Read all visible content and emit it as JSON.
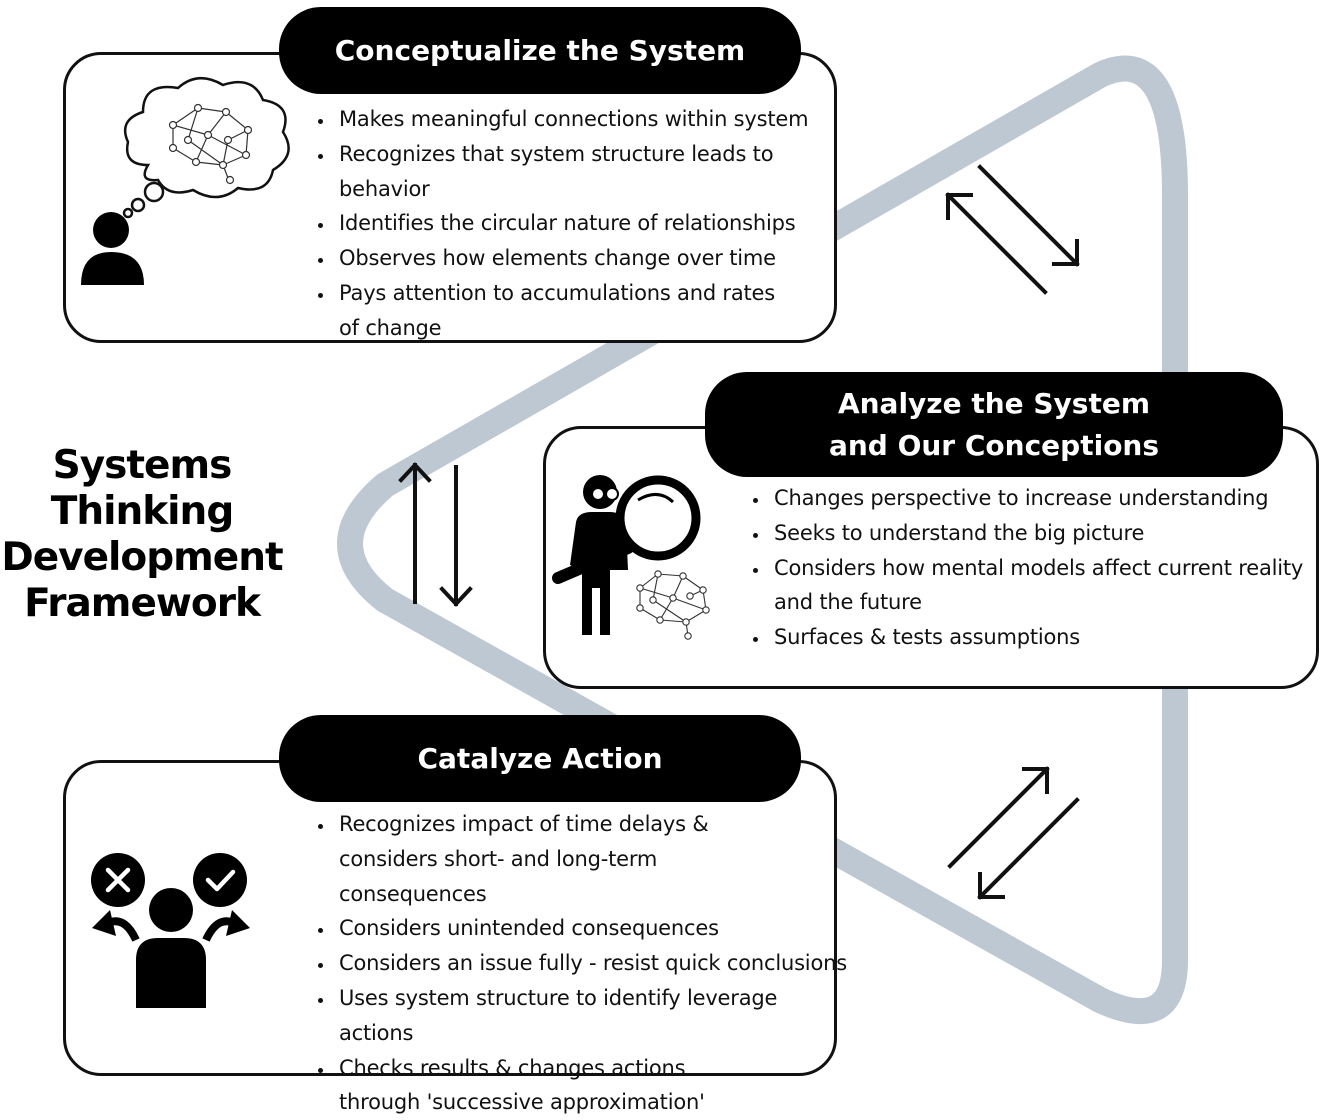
{
  "framework_title": [
    "Systems",
    "Thinking",
    "Development",
    "Framework"
  ],
  "colors": {
    "loop": "#bdc8d2",
    "ink": "#000000",
    "card_border": "#111111"
  },
  "sections": [
    {
      "title": "Conceptualize the System",
      "icon": "thinking-person-brain-icon",
      "bullets": [
        "Makes meaningful connections within system",
        "Recognizes that system structure leads to behavior",
        "Identifies the circular nature of relationships",
        "Observes how elements change over time",
        "Pays attention to accumulations and rates of change"
      ]
    },
    {
      "title_lines": [
        "Analyze the System",
        "and Our Conceptions"
      ],
      "icon": "person-magnifying-glass-icon",
      "bullets": [
        "Changes perspective to increase understanding",
        "Seeks to understand the big picture",
        "Considers how mental models affect current reality and the future",
        "Surfaces & tests assumptions"
      ]
    },
    {
      "title": "Catalyze Action",
      "icon": "person-decision-icon",
      "bullets": [
        "Recognizes impact of time delays & considers short- and long-term consequences",
        "Considers unintended consequences",
        "Considers an issue fully - resist quick conclusions",
        "Uses system structure to identify leverage actions",
        "Checks results & changes actions through 'successive approximation'"
      ]
    }
  ],
  "connectors": [
    "bidirectional-arrows-icon",
    "bidirectional-arrows-icon",
    "bidirectional-arrows-icon"
  ]
}
